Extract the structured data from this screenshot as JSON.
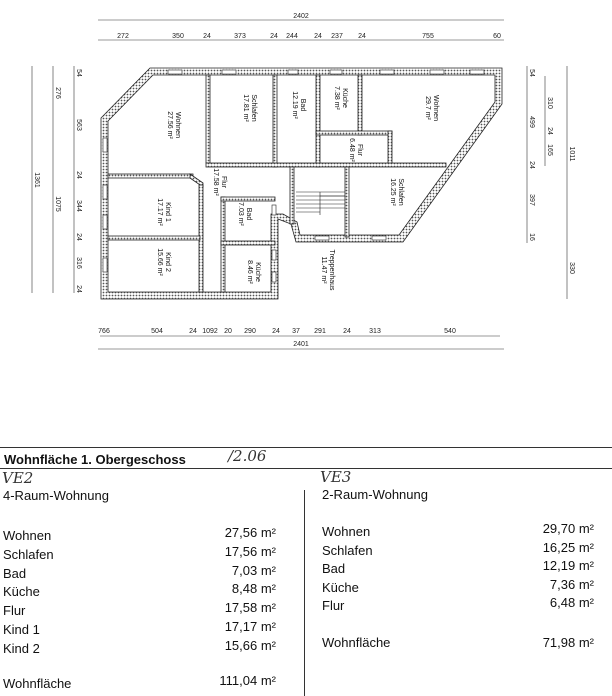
{
  "plan": {
    "top_dims": {
      "total": "2402",
      "segments": [
        "272",
        "350",
        "24",
        "373",
        "24",
        "244",
        "24",
        "237",
        "24",
        "755",
        "60"
      ]
    },
    "bottom_dims": {
      "total": "2401",
      "segments": [
        "766",
        "504",
        "24",
        "1092",
        "20",
        "290",
        "24",
        "37",
        "291",
        "24",
        "313",
        "540"
      ]
    },
    "left_dims": {
      "total": "1361",
      "outer": [
        "276",
        "1075"
      ],
      "segments": [
        "54",
        "563",
        "24",
        "344",
        "24",
        "316",
        "24"
      ]
    },
    "right_dims": {
      "outer": [
        "1011",
        "330"
      ],
      "middle": [
        "310",
        "24",
        "165"
      ],
      "segments": [
        "54",
        "499",
        "24",
        "397",
        "16"
      ]
    },
    "rooms": [
      {
        "name": "Wohnen",
        "area": "27.56 m²"
      },
      {
        "name": "Schlafen",
        "area": "17.81 m²"
      },
      {
        "name": "Bad",
        "area": "12.19 m²"
      },
      {
        "name": "Küche",
        "area": "7.38 m²"
      },
      {
        "name": "Wohnen",
        "area": "29.7 m²"
      },
      {
        "name": "Flur",
        "area": "6.48 m²"
      },
      {
        "name": "Flur",
        "area": "17.58 m²"
      },
      {
        "name": "Kind 1",
        "area": "17.17 m²"
      },
      {
        "name": "Bad",
        "area": "7.03 m²"
      },
      {
        "name": "Kind 2",
        "area": "15.66 m²"
      },
      {
        "name": "Küche",
        "area": "8.46 m²"
      },
      {
        "name": "Treppenhaus",
        "area": "11.47 m²"
      },
      {
        "name": "Schlafen",
        "area": "16.25 m²"
      }
    ]
  },
  "table": {
    "title": "Wohnfläche 1. Obergeschoss",
    "handwritten_date": "/2.06",
    "left": {
      "handwritten_tag": "VE2",
      "subtitle": "4-Raum-Wohnung",
      "rows": [
        {
          "label": "Wohnen",
          "value": "27,56 m²"
        },
        {
          "label": "Schlafen",
          "value": "17,56 m²"
        },
        {
          "label": "Bad",
          "value": "7,03 m²"
        },
        {
          "label": "Küche",
          "value": "8,48 m²"
        },
        {
          "label": "Flur",
          "value": "17,58 m²"
        },
        {
          "label": "Kind 1",
          "value": "17,17 m²"
        },
        {
          "label": "Kind 2",
          "value": "15,66 m²"
        }
      ],
      "total_label": "Wohnfläche",
      "total_value": "111,04 m²"
    },
    "right": {
      "handwritten_tag": "VE3",
      "subtitle": "2-Raum-Wohnung",
      "rows": [
        {
          "label": "Wohnen",
          "value": "29,70 m²"
        },
        {
          "label": "Schlafen",
          "value": "16,25 m²"
        },
        {
          "label": "Bad",
          "value": "12,19 m²"
        },
        {
          "label": "Küche",
          "value": "7,36 m²"
        },
        {
          "label": "Flur",
          "value": "6,48 m²"
        }
      ],
      "total_label": "Wohnfläche",
      "total_value": "71,98 m²"
    }
  }
}
